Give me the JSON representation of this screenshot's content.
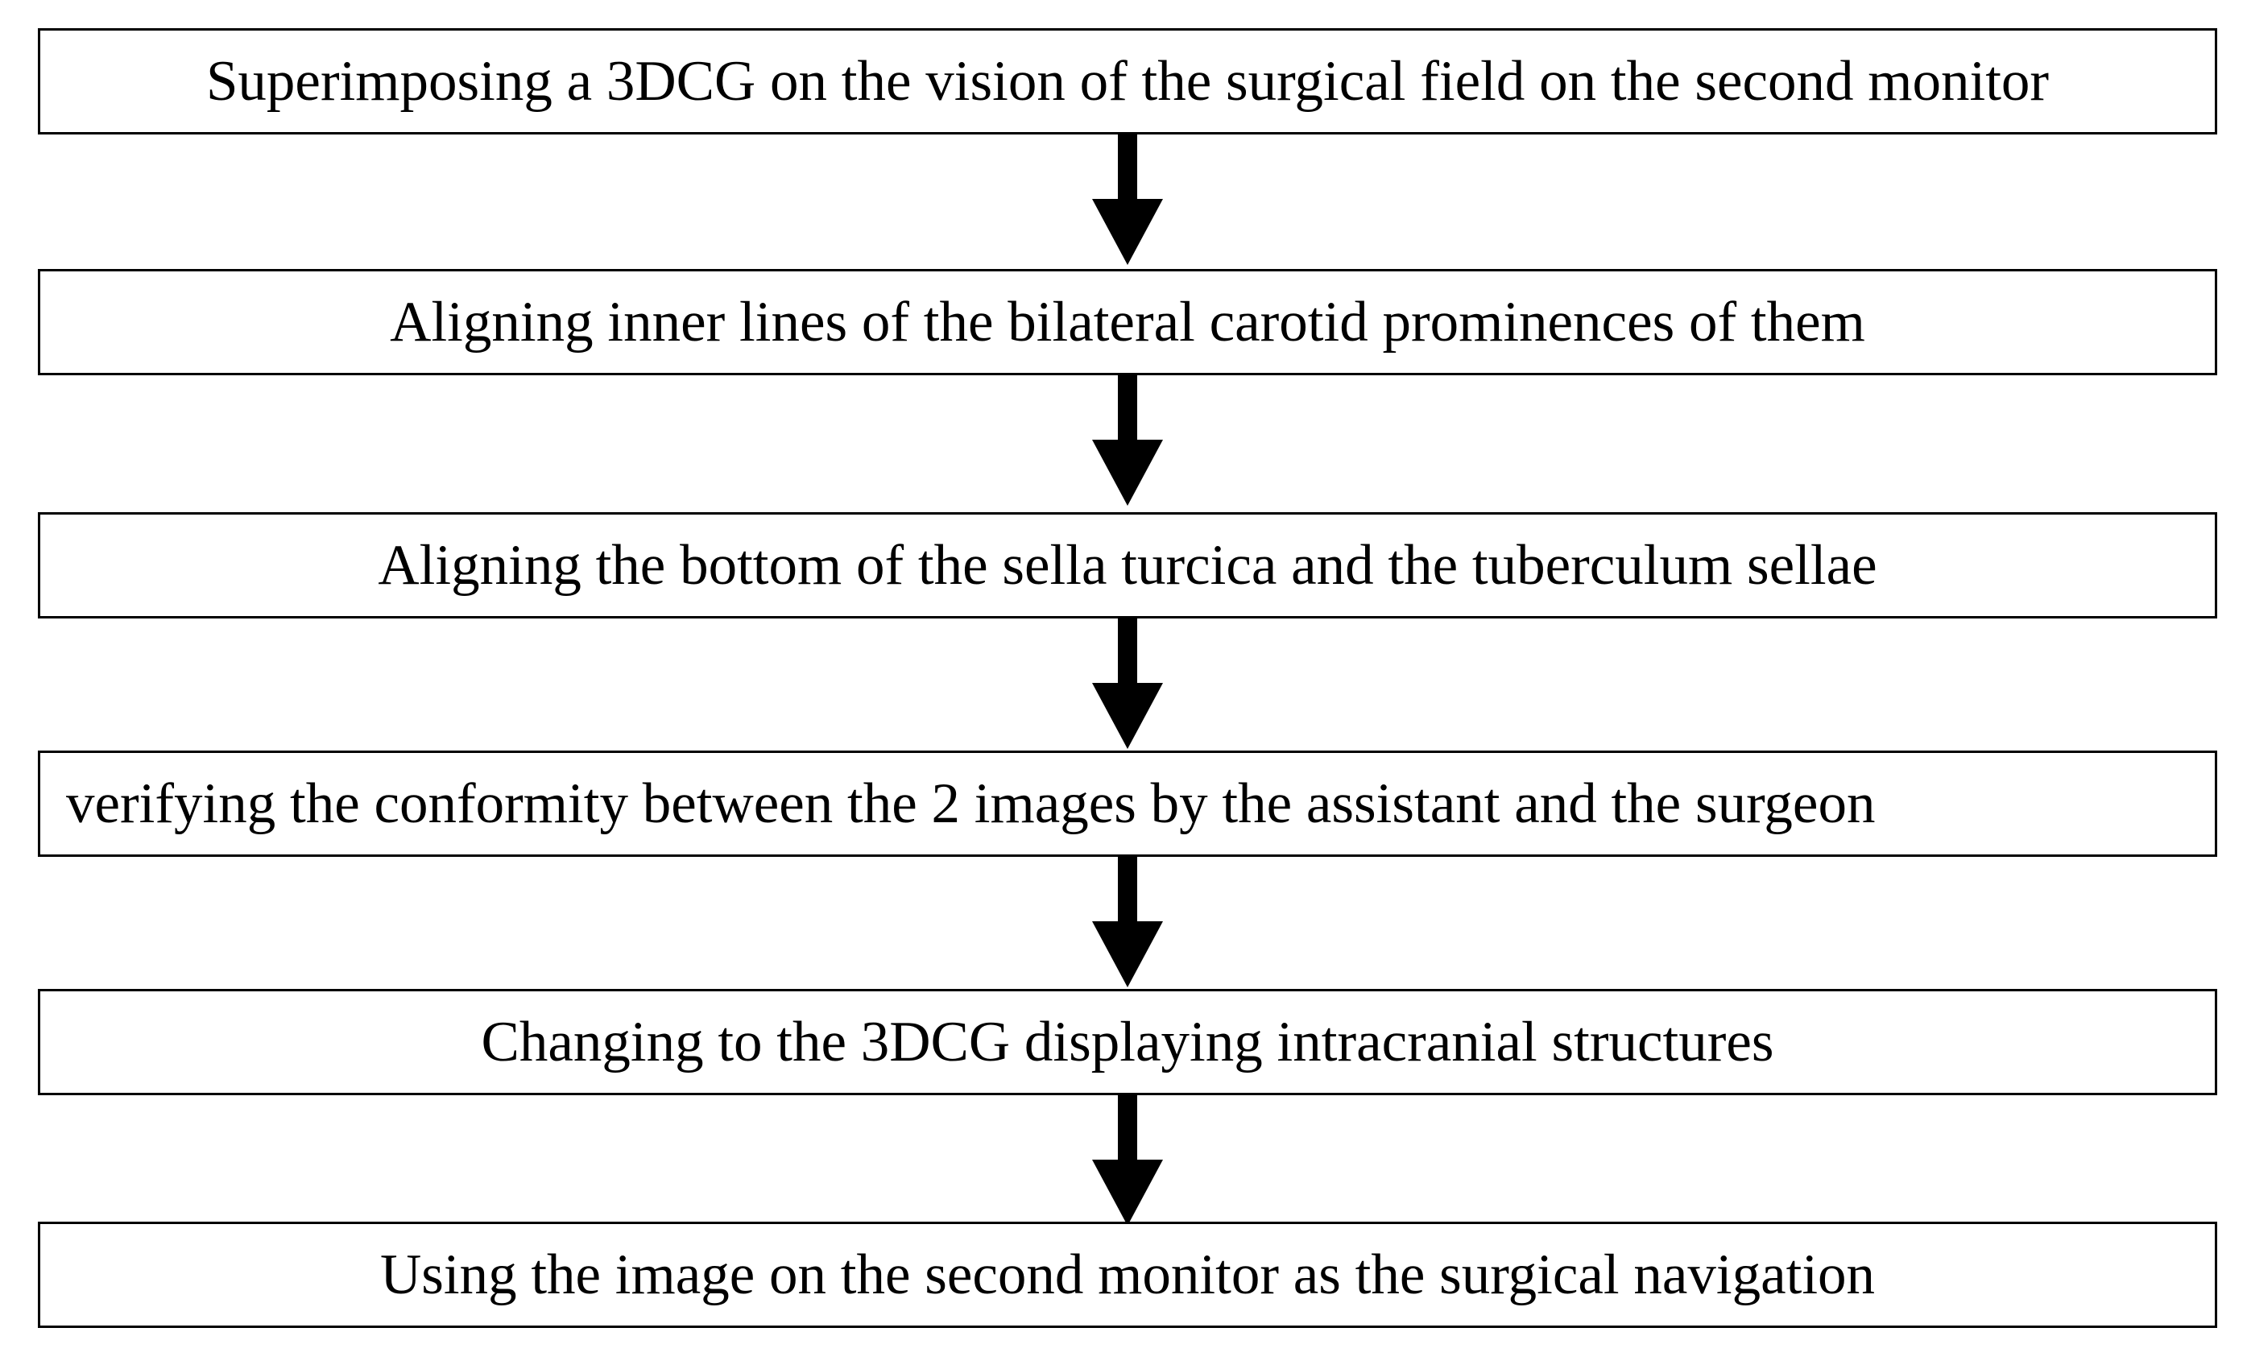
{
  "flowchart": {
    "steps": [
      {
        "text": "Superimposing a 3DCG on the vision of the surgical field on the second monitor"
      },
      {
        "text": "Aligning inner lines of the bilateral carotid prominences of them"
      },
      {
        "text": "Aligning the bottom of the sella turcica and the tuberculum sellae"
      },
      {
        "text": "verifying the conformity between the 2 images by the assistant and the surgeon"
      },
      {
        "text": "Changing to the 3DCG displaying intracranial structures"
      },
      {
        "text": "Using the image on the second monitor as the surgical navigation"
      }
    ],
    "colors": {
      "box_border": "#000000",
      "arrow": "#000000",
      "text": "#000000",
      "background": "#ffffff"
    },
    "icons": {
      "connector": "down-arrow-icon"
    }
  }
}
